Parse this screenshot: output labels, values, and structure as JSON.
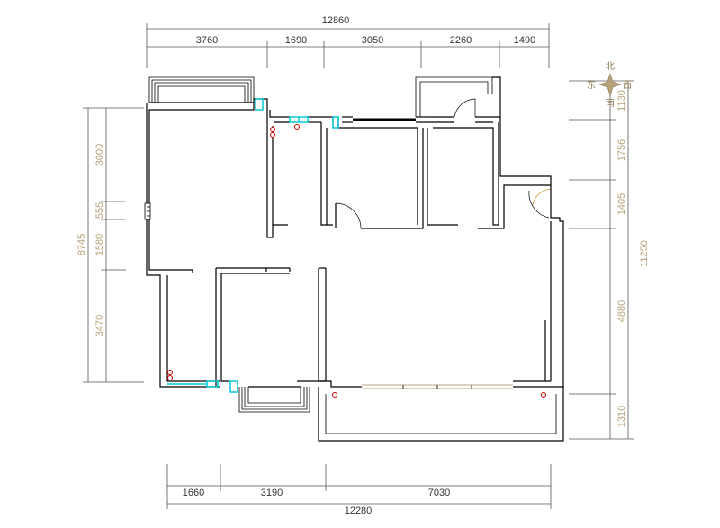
{
  "dimensions": {
    "top_total": "12860",
    "top_segments": [
      "3760",
      "1690",
      "3050",
      "2260",
      "1490"
    ],
    "bottom_total": "12280",
    "bottom_segments": [
      "1660",
      "3190",
      "7030"
    ],
    "left_total": "8745",
    "left_segments": [
      "3000",
      "555",
      "1580",
      "3470"
    ],
    "right_total": "11250",
    "right_segments": [
      "1130",
      "1756",
      "1405",
      "4880",
      "1310"
    ]
  },
  "compass": {
    "north": "北",
    "south": "南",
    "east": "东",
    "west": "西"
  },
  "colors": {
    "wall": "#000000",
    "window": "#00c8d8",
    "pipe": "#d00000",
    "dimension_text": "#333333",
    "compass": "#8a7650"
  }
}
